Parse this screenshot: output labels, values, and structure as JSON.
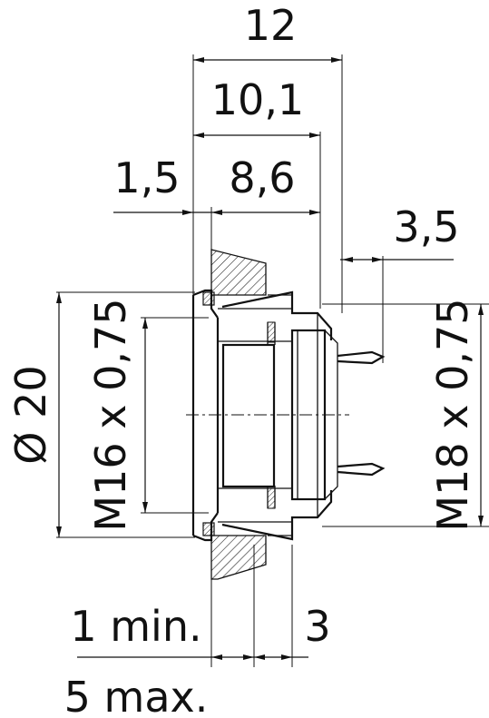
{
  "dimensions": {
    "overall_length": "12",
    "body_length": "10,1",
    "panel_thickness_max": "1,5",
    "connector_length": "8,6",
    "pin_length": "3,5",
    "outer_diameter": "Ø 20",
    "front_thread": "M16 x 0,75",
    "rear_thread": "M18 x 0,75",
    "panel_min": "1 min.",
    "panel_max": "5 max.",
    "nut_thickness": "3"
  }
}
